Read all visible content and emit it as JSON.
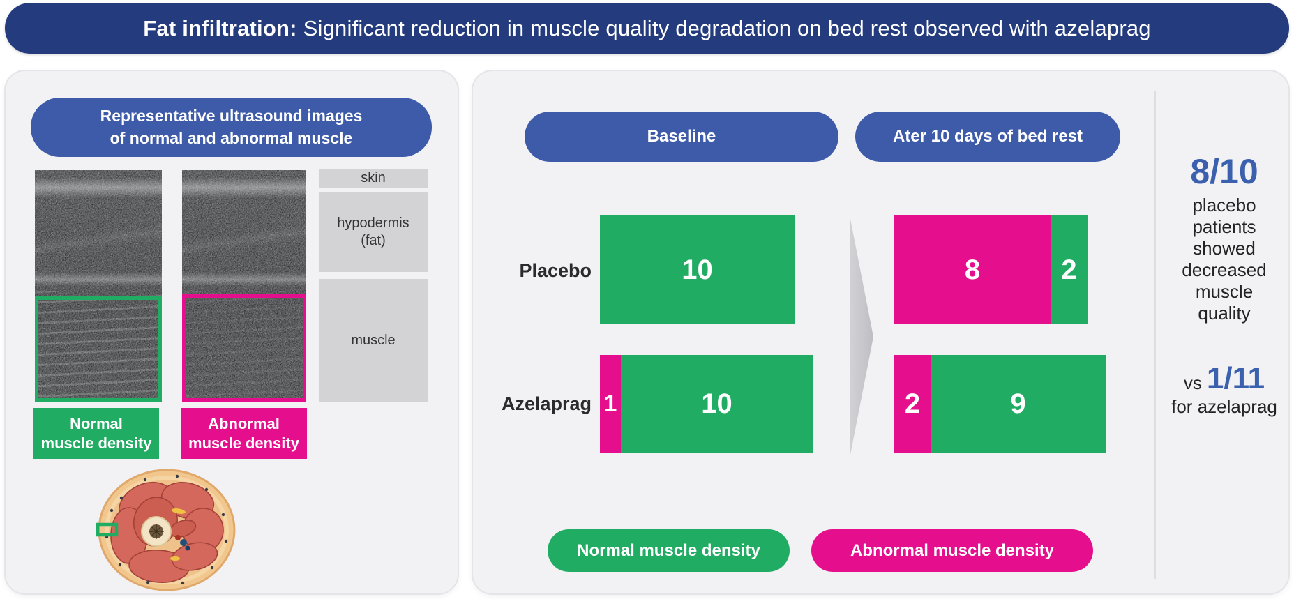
{
  "banner": {
    "title_bold": "Fat infiltration:",
    "title_rest": "Significant reduction in muscle quality degradation on bed rest observed with azelaprag"
  },
  "left_panel": {
    "header": "Representative ultrasound images\nof normal and abnormal muscle",
    "layers": {
      "skin": "skin",
      "hypodermis": "hypodermis\n(fat)",
      "muscle": "muscle"
    },
    "normal_label": "Normal\nmuscle density",
    "abnormal_label": "Abnormal\nmuscle density"
  },
  "right_panel": {
    "col_baseline": "Baseline",
    "col_after": "Ater 10 days of bed rest",
    "rows": [
      {
        "label": "Placebo",
        "baseline": [
          {
            "color": "green",
            "value": "10"
          }
        ],
        "after": [
          {
            "color": "pink",
            "value": "8"
          },
          {
            "color": "green",
            "value": "2"
          }
        ]
      },
      {
        "label": "Azelaprag",
        "baseline": [
          {
            "color": "pink",
            "value": "1"
          },
          {
            "color": "green",
            "value": "10"
          }
        ],
        "after": [
          {
            "color": "pink",
            "value": "2"
          },
          {
            "color": "green",
            "value": "9"
          }
        ]
      }
    ],
    "legend": {
      "normal": "Normal muscle density",
      "abnormal": "Abnormal muscle density"
    },
    "stats": {
      "placebo_value": "8/10",
      "placebo_caption": "placebo\npatients\nshowed\ndecreased\nmuscle\nquality",
      "vs_prefix": "vs",
      "azelaprag_value": "1/11",
      "azelaprag_caption": "for azelaprag"
    }
  },
  "colors": {
    "green": "#21AC63",
    "pink": "#E50E8C",
    "pill_blue": "#3D5BA9",
    "banner_navy": "#243C7D",
    "stat_blue": "#3A60AE"
  },
  "chart_data": {
    "type": "bar",
    "subtype": "horizontal-stacked-counts",
    "unit": "patients",
    "groups": [
      "Placebo",
      "Azelaprag"
    ],
    "timepoints": [
      "Baseline",
      "Ater 10 days of bed rest"
    ],
    "series_legend": [
      "Normal muscle density",
      "Abnormal muscle density"
    ],
    "values": {
      "Placebo": {
        "baseline": {
          "abnormal": 0,
          "normal": 10
        },
        "after_10_days_bed_rest": {
          "abnormal": 8,
          "normal": 2
        }
      },
      "Azelaprag": {
        "baseline": {
          "abnormal": 1,
          "normal": 10
        },
        "after_10_days_bed_rest": {
          "abnormal": 2,
          "normal": 9
        }
      }
    },
    "callouts": [
      "8/10 placebo patients showed decreased muscle quality",
      "vs 1/11 for azelaprag"
    ]
  }
}
